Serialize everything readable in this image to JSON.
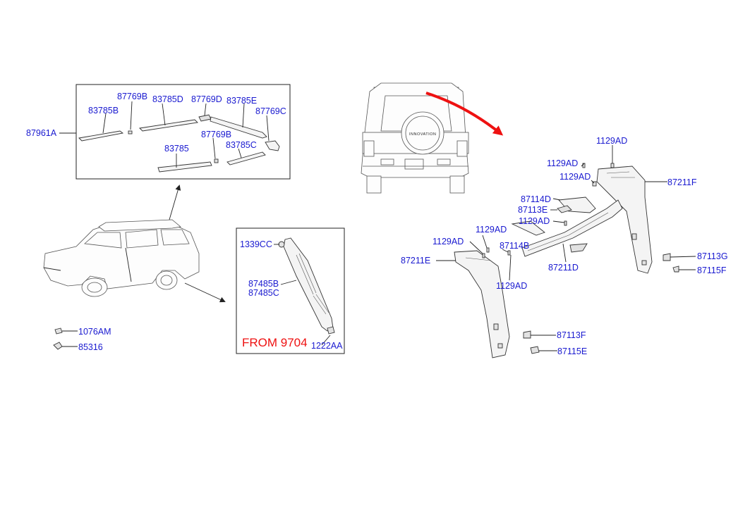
{
  "labels": {
    "l87769b_top": "87769B",
    "l83785d": "83785D",
    "l87769d": "87769D",
    "l83785e": "83785E",
    "l83785b": "83785B",
    "l87769c": "87769C",
    "l87961a": "87961A",
    "l87769b_mid": "87769B",
    "l83785": "83785",
    "l83785c": "83785C",
    "l1339cc": "1339CC",
    "l87485b": "87485B",
    "l87485c": "87485C",
    "from_note": "FROM 9704",
    "l1222aa": "1222AA",
    "l1076am": "1076AM",
    "l85316": "85316",
    "l1129ad_a": "1129AD",
    "l1129ad_b": "1129AD",
    "l1129ad_c": "1129AD",
    "l87211f": "87211F",
    "l87114d": "87114D",
    "l87113e": "87113E",
    "l1129ad_d": "1129AD",
    "l1129ad_e": "1129AD",
    "l1129ad_f": "1129AD",
    "l87114b": "87114B",
    "l87211e": "87211E",
    "l87211d": "87211D",
    "l1129ad_g": "1129AD",
    "l87113g": "87113G",
    "l87115f": "87115F",
    "l87113f": "87113F",
    "l87115e": "87115E"
  },
  "spare_wheel_badge": "INNOVATION",
  "colors": {
    "callout_text": "#1a1ad0",
    "note_text": "#ee1111",
    "pointer_arrow": "#ee1111",
    "line_art": "#222222"
  }
}
